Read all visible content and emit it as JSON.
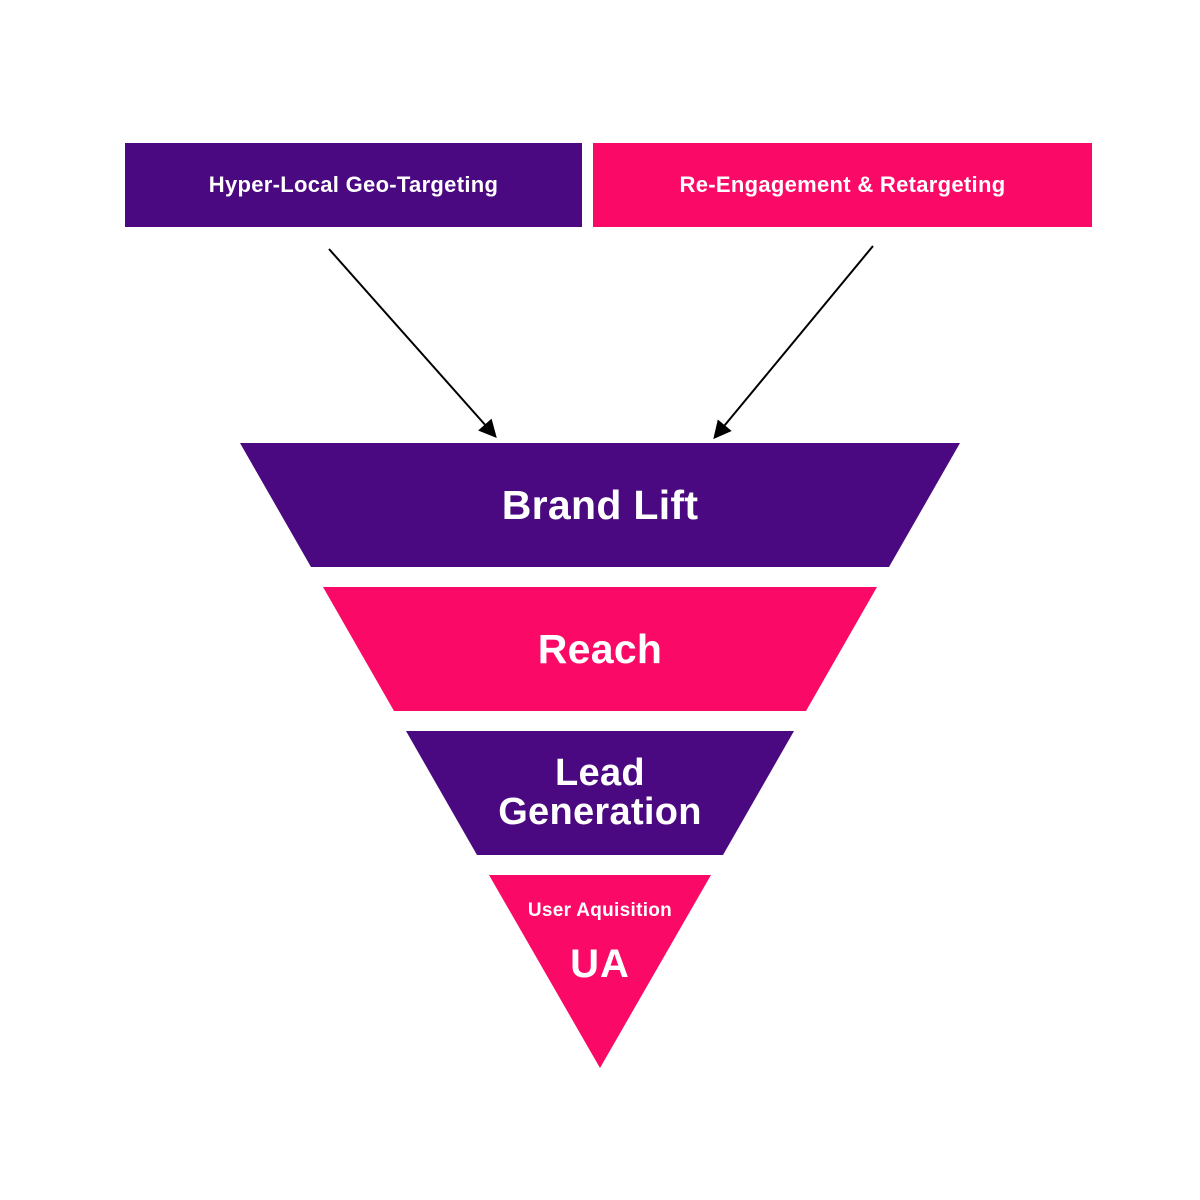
{
  "colors": {
    "purple": "#4A0981",
    "pink": "#FA0A66",
    "arrow": "#000000",
    "label_text": "#FFFFFF",
    "background": "#FFFFFF"
  },
  "top_boxes": [
    {
      "label": "Hyper-Local Geo-Targeting",
      "color": "#4A0981"
    },
    {
      "label": "Re-Engagement & Retargeting",
      "color": "#FA0A66"
    }
  ],
  "funnel": {
    "stages": [
      {
        "label": "Brand Lift",
        "color": "#4A0981"
      },
      {
        "label": "Reach",
        "color": "#FA0A66"
      },
      {
        "label": "Lead Generation",
        "color": "#4A0981"
      },
      {
        "label": "User Aquisition",
        "abbreviation": "UA",
        "color": "#FA0A66"
      }
    ]
  }
}
